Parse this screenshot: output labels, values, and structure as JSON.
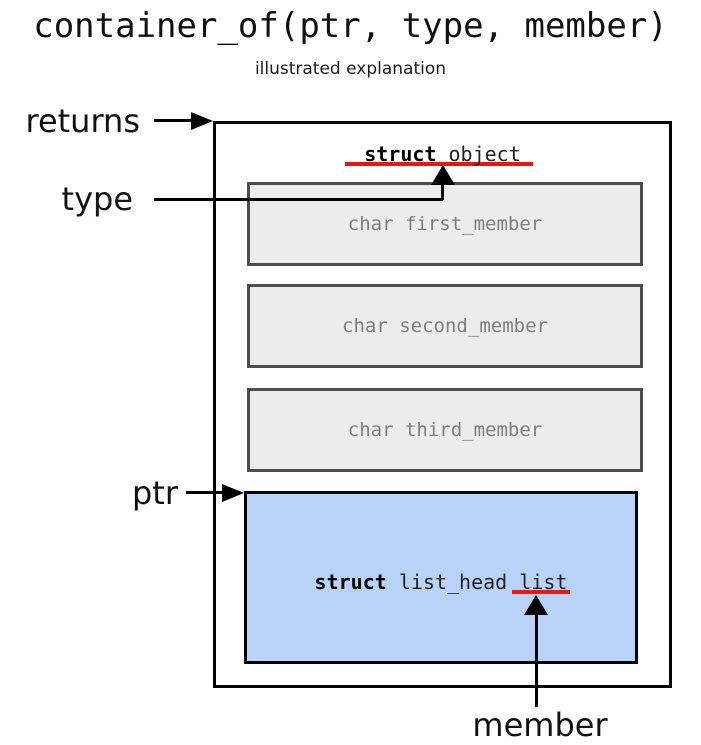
{
  "title": "container_of(ptr, type, member)",
  "subtitle": "illustrated explanation",
  "annotations": {
    "returns": "returns",
    "type": "type",
    "ptr": "ptr",
    "member": "member"
  },
  "object_struct": {
    "keyword": "struct",
    "name": "object"
  },
  "member_fields": [
    "char first_member",
    "char second_member",
    "char third_member"
  ],
  "list_field": {
    "keyword": "struct",
    "type_name": "list_head",
    "field_name": "list"
  },
  "colors": {
    "member_box_fill": "#ececec",
    "member_box_border": "#4d4d4d",
    "list_box_fill": "#b9d3f8",
    "outline_black": "#000000",
    "underline_red": "#ee1414",
    "member_text_gray": "#7f7f7f"
  }
}
